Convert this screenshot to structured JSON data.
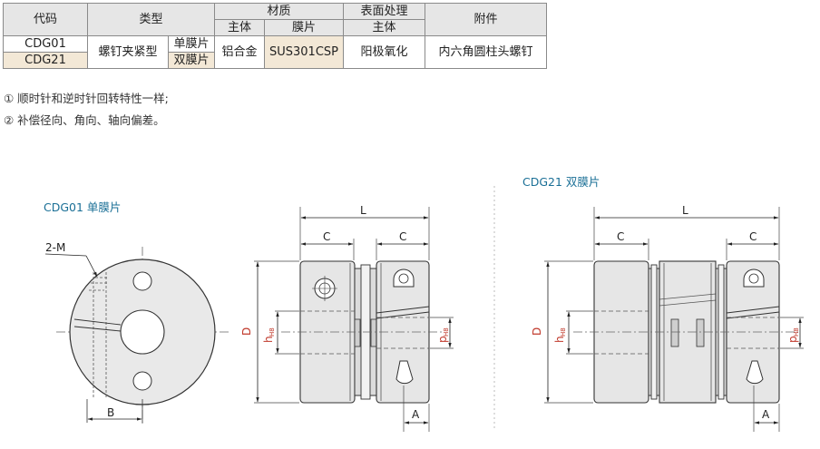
{
  "table": {
    "h_code": "代码",
    "h_type": "类型",
    "h_material": "材质",
    "h_surface": "表面处理",
    "h_accessory": "附件",
    "h_body": "主体",
    "h_film": "膜片",
    "h_surface_body": "主体",
    "rows": [
      {
        "code": "CDG01",
        "subtype": "单膜片"
      },
      {
        "code": "CDG21",
        "subtype": "双膜片"
      }
    ],
    "type_main": "螺钉夹紧型",
    "body_material": "铝合金",
    "film_material": "SUS301CSP",
    "surface": "阳极氧化",
    "accessory": "内六角圆柱头螺钉"
  },
  "notes": [
    "① 顺时针和逆时针回转特性一样;",
    "② 补偿径向、角向、轴向偏差。"
  ],
  "drawings": {
    "single_title": "CDG01 单膜片",
    "double_title": "CDG21 双膜片",
    "m_label": "2-M",
    "b_label": "B",
    "l_label": "L",
    "c_label": "C",
    "d_label": "D",
    "h_label": "h",
    "h_sub": "H8",
    "p_label": "p",
    "p_sub": "H8",
    "a_label": "A"
  },
  "colors": {
    "dim_red": "#c0392b",
    "title_blue": "#1a6f96",
    "body_fill": "#e8e8e8",
    "header_fill": "#e6e6e6",
    "tan_fill": "#f3e8d6"
  }
}
